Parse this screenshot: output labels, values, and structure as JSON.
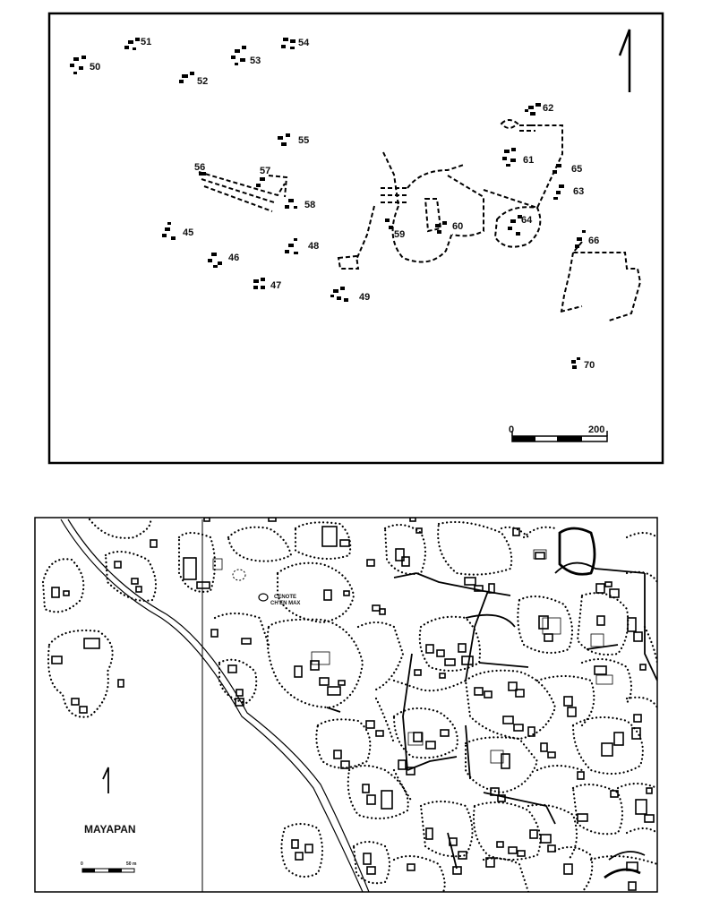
{
  "top_map": {
    "site_labels": [
      "51",
      "50",
      "52",
      "53",
      "54",
      "55",
      "56",
      "57",
      "58",
      "45",
      "46",
      "47",
      "48",
      "49",
      "59",
      "60",
      "62",
      "61",
      "65",
      "63",
      "64",
      "66",
      "70"
    ],
    "scale": {
      "start": "0",
      "end": "200"
    }
  },
  "bottom_map": {
    "title": "MAYAPAN",
    "cenote_line1": "CENOTE",
    "cenote_line2": "CH'EN MAX",
    "scale": {
      "start": "0",
      "end": "50 m"
    }
  }
}
